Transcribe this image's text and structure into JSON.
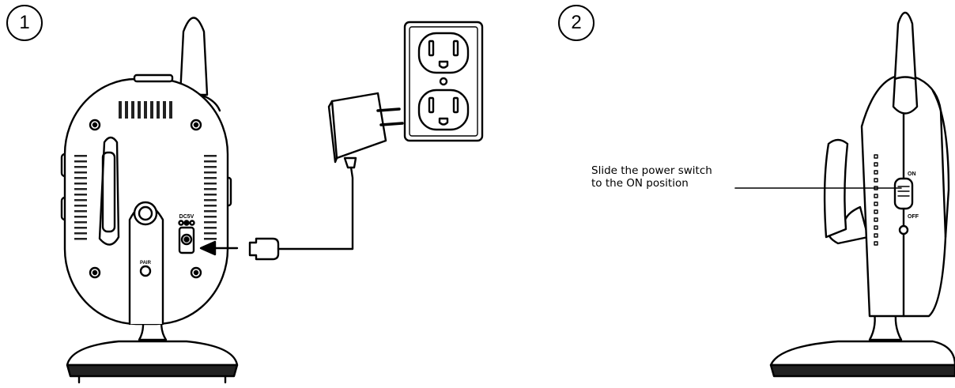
{
  "steps": [
    {
      "number": "1"
    },
    {
      "number": "2"
    }
  ],
  "camera_back": {
    "port_label": "DC5V",
    "pair_label": "PAIR"
  },
  "camera_side": {
    "switch_on_label": "ON",
    "switch_off_label": "OFF"
  },
  "callout": {
    "line1": "Slide the power switch",
    "line2": "to the ON position"
  }
}
